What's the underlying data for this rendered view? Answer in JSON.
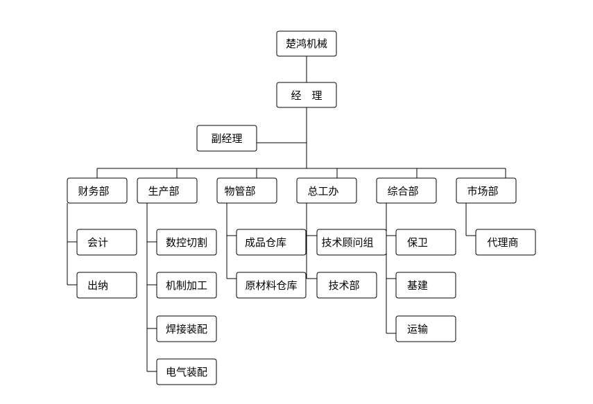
{
  "org_chart": {
    "root": {
      "label": "楚鸿机械"
    },
    "manager": {
      "label": "经　理"
    },
    "deputy": {
      "label": "副经理"
    },
    "departments": [
      {
        "label": "财务部",
        "children": [
          "会计",
          "出纳"
        ]
      },
      {
        "label": "生产部",
        "children": [
          "数控切割",
          "机制加工",
          "焊接装配",
          "电气装配"
        ]
      },
      {
        "label": "物管部",
        "children": [
          "成品仓库",
          "原材料仓库"
        ]
      },
      {
        "label": "总工办",
        "children": [
          "技术顾问组",
          "技术部"
        ]
      },
      {
        "label": "综合部",
        "children": [
          "保卫",
          "基建",
          "运输"
        ]
      },
      {
        "label": "市场部",
        "children": [
          "代理商"
        ]
      }
    ]
  }
}
